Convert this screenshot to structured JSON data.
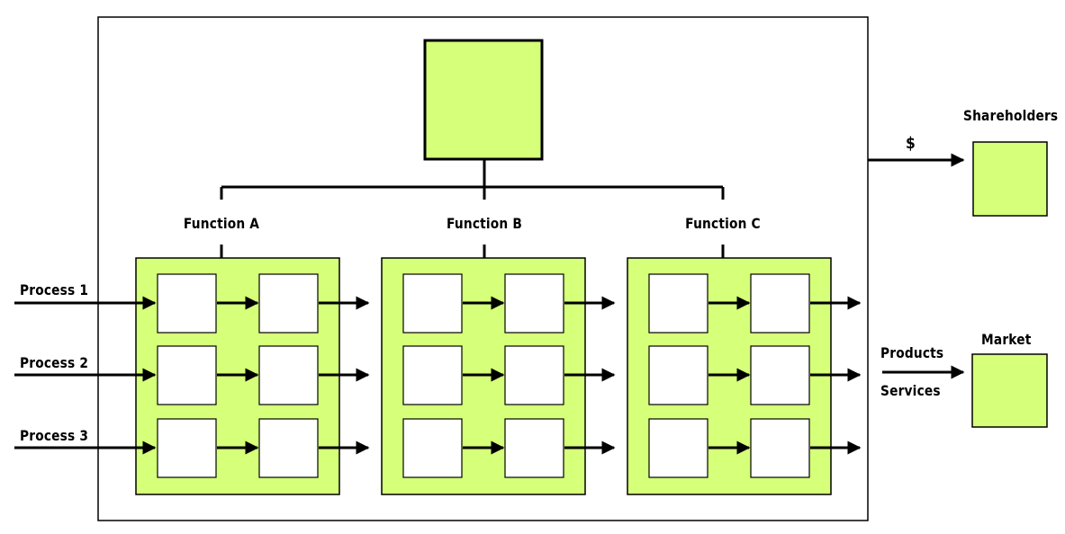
{
  "colors": {
    "fill": "#d6ff7a",
    "stroke": "#000000",
    "box": "#ffffff"
  },
  "labels": {
    "function_a": "Function A",
    "function_b": "Function B",
    "function_c": "Function C",
    "process_1": "Process 1",
    "process_2": "Process 2",
    "process_3": "Process 3",
    "dollar": "$",
    "shareholders": "Shareholders",
    "products": "Products",
    "services": "Services",
    "market": "Market"
  }
}
